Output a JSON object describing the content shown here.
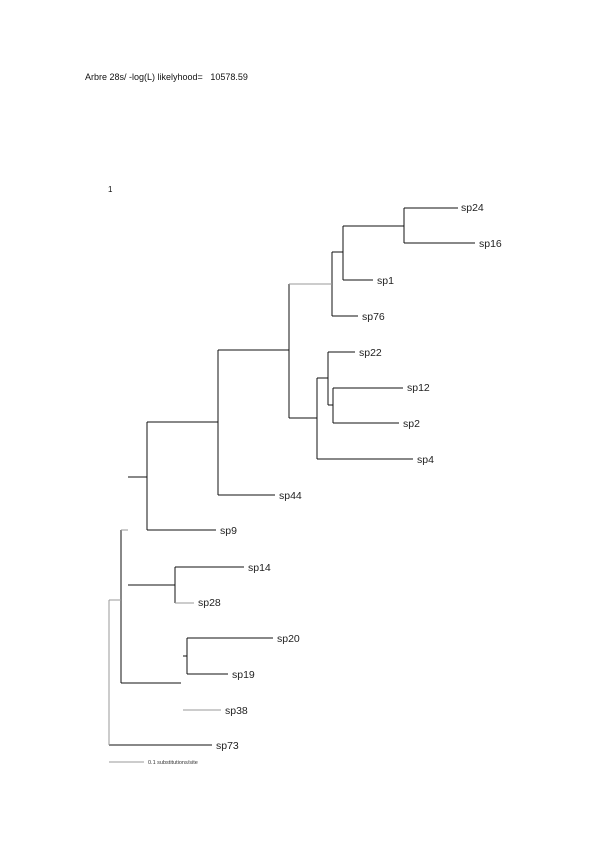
{
  "header": {
    "title": "Arbre 28s/ -log(L) likelyhood=",
    "likelihood": "10578.59"
  },
  "node_label": "1",
  "tree": {
    "leaves": [
      "sp24",
      "sp16",
      "sp1",
      "sp76",
      "sp22",
      "sp12",
      "sp2",
      "sp4",
      "sp44",
      "sp9",
      "sp14",
      "sp28",
      "sp20",
      "sp19",
      "sp38",
      "sp73"
    ],
    "scale_bar_label": "0.1 substitutions/site"
  },
  "colors": {
    "line": "#111111",
    "faint_line": "#9a9a9a",
    "text": "#222222"
  }
}
